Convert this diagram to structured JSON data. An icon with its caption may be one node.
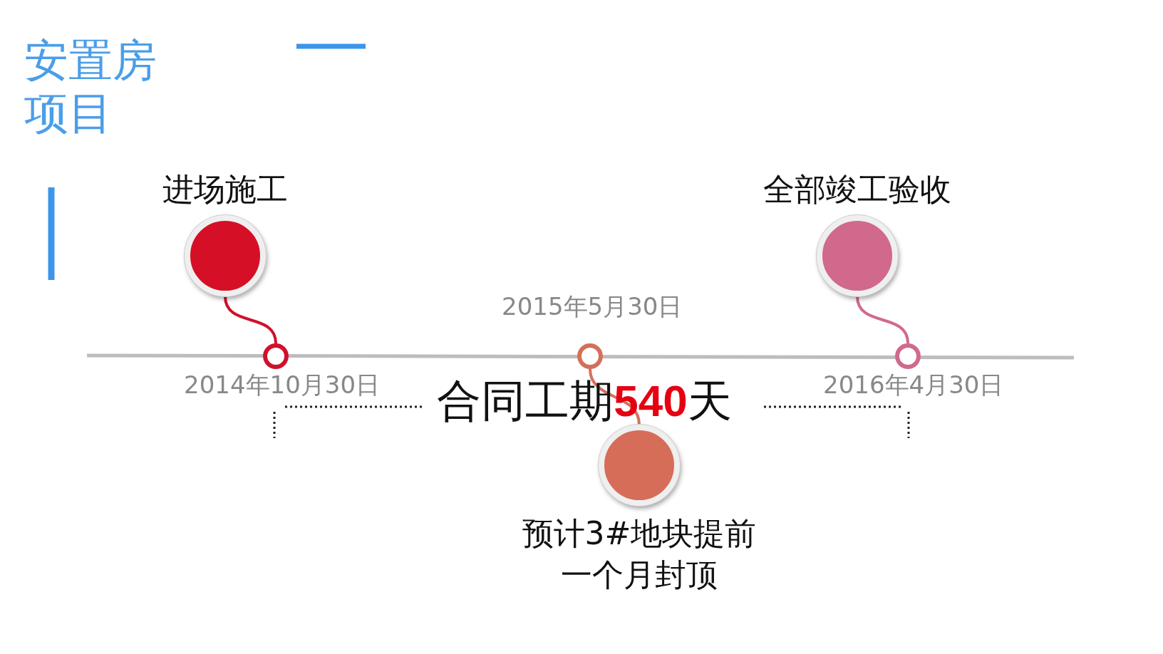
{
  "diagram": {
    "title": "安置房项目",
    "nodes": [
      {
        "text": [
          "进场施工"
        ]
      },
      {
        "text": [],
        "shape": "circle",
        "beside": [
          "2014年10月30日"
        ]
      },
      {
        "text": [
          "预计3#地块提前一个月封顶"
        ]
      },
      {
        "text": [],
        "shape": "circle",
        "beside": [
          "2015年5月30日"
        ]
      },
      {
        "text": [
          "全部竣工验收"
        ]
      },
      {
        "text": [],
        "shape": "circle",
        "beside": [
          "2016年4月30日"
        ]
      }
    ],
    "edges": [
      {
        "from": 0,
        "to": 1,
        "arrow": "none",
        "color": "#d0112b"
      },
      {
        "from": 3,
        "to": 2,
        "arrow": "none",
        "color": "#d4705a"
      },
      {
        "from": 4,
        "to": 5,
        "arrow": "none",
        "color": "#d06a8c"
      }
    ],
    "labels": [
      "合同工期**540**天"
    ]
  }
}
